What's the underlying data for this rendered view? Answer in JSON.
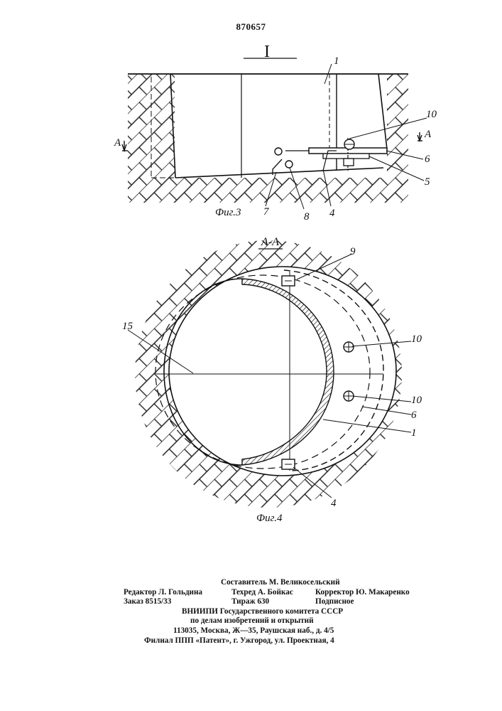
{
  "patent_number": "870657",
  "fig3": {
    "view_label": "I",
    "section_marker": "A",
    "caption": "Фиг.3",
    "callouts": [
      "1",
      "10",
      "6",
      "5",
      "7",
      "8",
      "4"
    ]
  },
  "fig4": {
    "section_label": "А-А",
    "caption": "Фиг.4",
    "callouts": [
      "9",
      "15",
      "10",
      "10",
      "6",
      "1",
      "4"
    ]
  },
  "footer": {
    "compiler": "Составитель М. Великосельский",
    "editor": "Редактор Л. Гольдина",
    "techred": "Техред А. Бойкас",
    "corrector": "Корректор Ю. Макаренко",
    "order": "Заказ 8515/33",
    "circulation": "Тираж 630",
    "subscription": "Подписное",
    "org_line1": "ВНИИПИ Государственного комитета СССР",
    "org_line2": "по делам изобретений и открытий",
    "address": "113035, Москва, Ж—35, Раушская наб., д. 4/5",
    "branch": "Филиал ППП «Патент», г. Ужгород, ул. Проектная, 4"
  }
}
